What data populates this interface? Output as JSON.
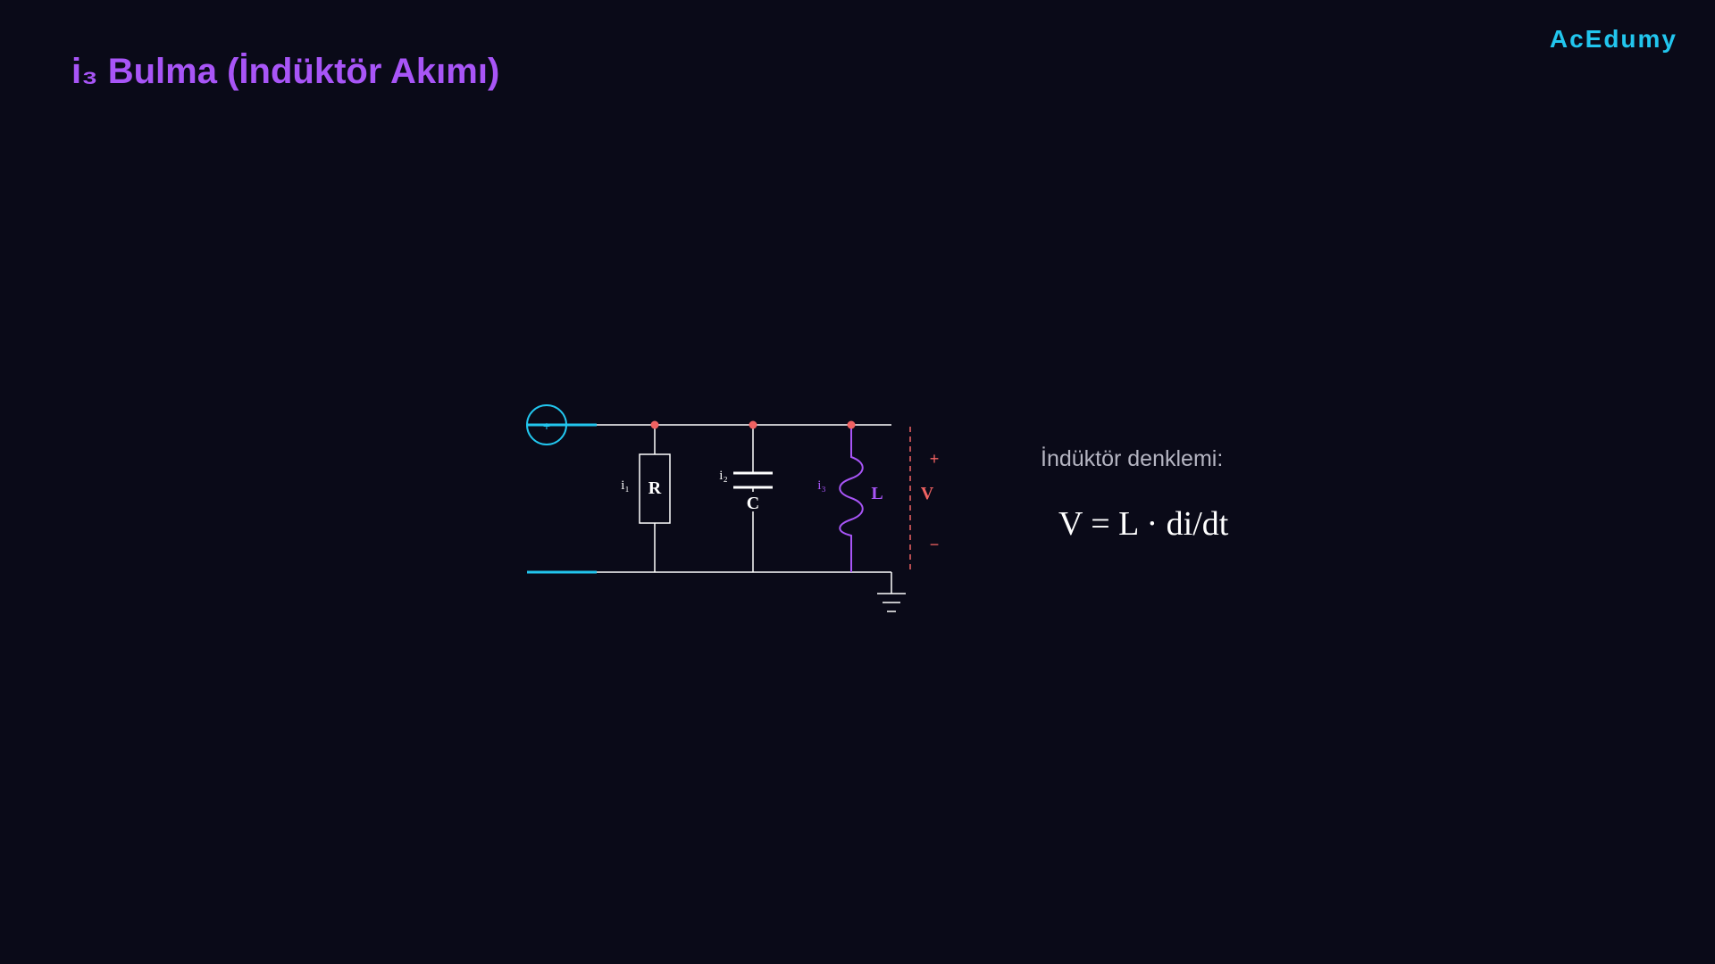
{
  "brand": "AcEdumy",
  "title": "i₃ Bulma (İndüktör Akımı)",
  "circuit": {
    "source_symbol": "+",
    "resistor": {
      "label": "R",
      "current": "i₁"
    },
    "capacitor": {
      "label": "C",
      "current": "i₂"
    },
    "inductor": {
      "label": "L",
      "current": "i₃"
    },
    "voltage": {
      "label": "V",
      "plus": "+",
      "minus": "−"
    }
  },
  "equation": {
    "label": "İndüktör denklemi:",
    "formula": "V = L · di/dt"
  },
  "colors": {
    "background": "#0a0a18",
    "brand": "#22c6ee",
    "title": "#a855f7",
    "wire": "#ffffff",
    "source": "#22c6ee",
    "node": "#f06262",
    "inductor": "#a855f7",
    "voltage": "#f06262"
  }
}
